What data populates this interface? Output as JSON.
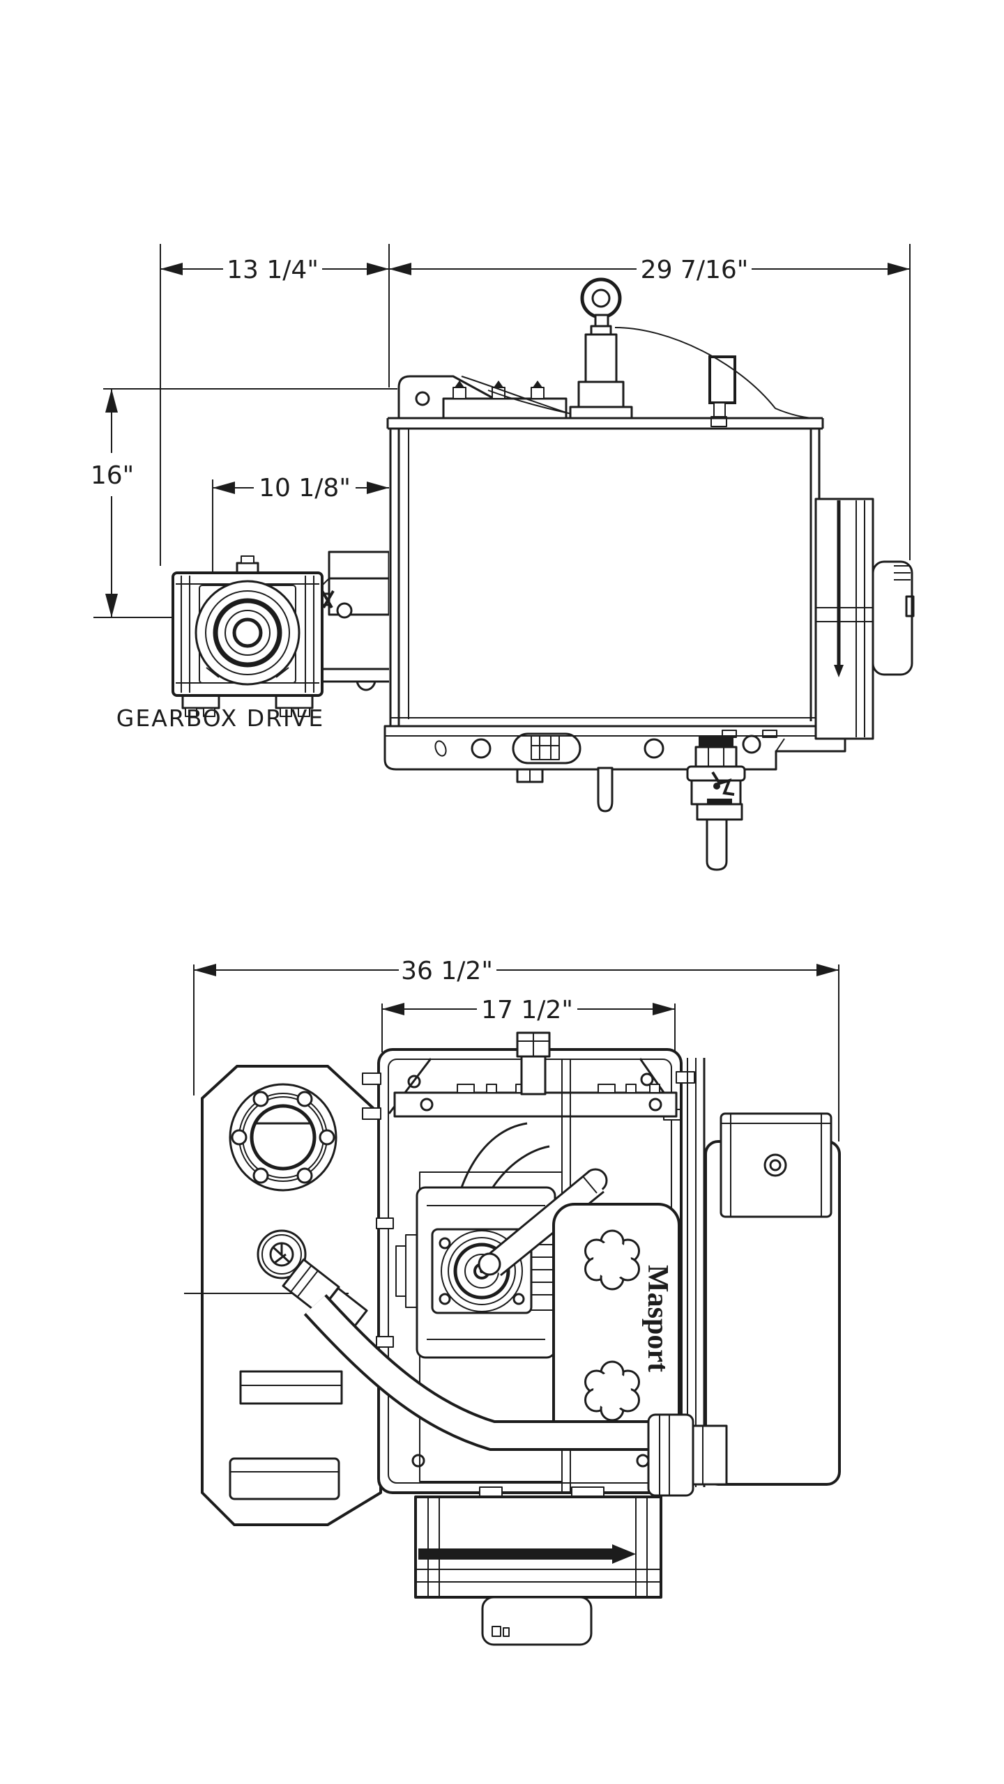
{
  "document": {
    "type": "technical-drawing",
    "background": "#ffffff",
    "line_color": "#1c1c1c"
  },
  "top_view": {
    "dims": {
      "width_left": "13 1/4\"",
      "width_right": "29 7/16\"",
      "height": "16\"",
      "gearbox_offset": "10 1/8\""
    },
    "caption": "GEARBOX DRIVE"
  },
  "bottom_view": {
    "dims": {
      "overall_width": "36 1/2\"",
      "tank_width": "17 1/2\""
    },
    "pump_brand": "Masport"
  }
}
